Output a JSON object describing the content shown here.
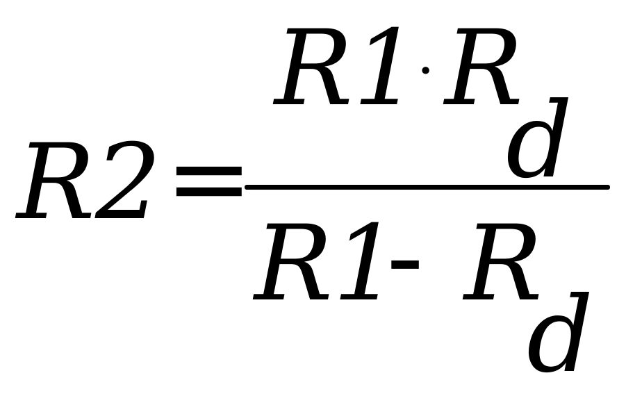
{
  "formula": {
    "lhs": "R2",
    "equals": "=",
    "numerator": {
      "term1": "R1",
      "operator": "·",
      "term2": "R",
      "term2_subscript": "d"
    },
    "denominator": {
      "term1": "R1",
      "operator": "-",
      "term2": "R",
      "term2_subscript": "d"
    }
  },
  "colors": {
    "ink": "#000000",
    "background": "#ffffff"
  }
}
